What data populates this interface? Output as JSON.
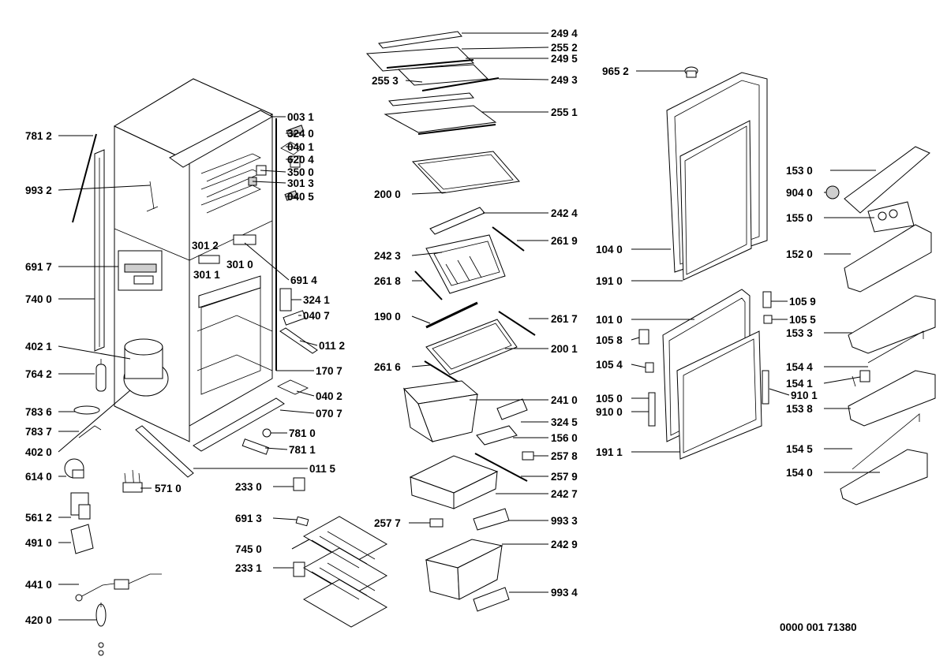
{
  "drawing_number": "0000 001 71380",
  "callouts": [
    {
      "id": "781-2",
      "text": "781 2"
    },
    {
      "id": "993-2",
      "text": "993 2"
    },
    {
      "id": "691-7",
      "text": "691 7"
    },
    {
      "id": "740-0",
      "text": "740 0"
    },
    {
      "id": "402-1",
      "text": "402 1"
    },
    {
      "id": "764-2",
      "text": "764 2"
    },
    {
      "id": "783-6",
      "text": "783 6"
    },
    {
      "id": "783-7",
      "text": "783 7"
    },
    {
      "id": "402-0",
      "text": "402 0"
    },
    {
      "id": "614-0",
      "text": "614 0"
    },
    {
      "id": "571-0",
      "text": "571 0"
    },
    {
      "id": "561-2",
      "text": "561 2"
    },
    {
      "id": "491-0",
      "text": "491 0"
    },
    {
      "id": "441-0",
      "text": "441 0"
    },
    {
      "id": "420-0",
      "text": "420 0"
    },
    {
      "id": "003-1",
      "text": "003 1"
    },
    {
      "id": "324-0",
      "text": "324 0"
    },
    {
      "id": "040-1",
      "text": "040 1"
    },
    {
      "id": "620-4",
      "text": "620 4"
    },
    {
      "id": "350-0",
      "text": "350 0"
    },
    {
      "id": "301-3",
      "text": "301 3"
    },
    {
      "id": "040-5",
      "text": "040 5"
    },
    {
      "id": "301-2",
      "text": "301 2"
    },
    {
      "id": "301-0",
      "text": "301 0"
    },
    {
      "id": "301-1",
      "text": "301 1"
    },
    {
      "id": "691-4",
      "text": "691 4"
    },
    {
      "id": "324-1",
      "text": "324 1"
    },
    {
      "id": "040-7",
      "text": "040 7"
    },
    {
      "id": "011-2",
      "text": "011 2"
    },
    {
      "id": "170-7",
      "text": "170 7"
    },
    {
      "id": "040-2",
      "text": "040 2"
    },
    {
      "id": "070-7",
      "text": "070 7"
    },
    {
      "id": "781-0",
      "text": "781 0"
    },
    {
      "id": "781-1",
      "text": "781 1"
    },
    {
      "id": "011-5",
      "text": "011 5"
    },
    {
      "id": "233-0",
      "text": "233 0"
    },
    {
      "id": "691-3",
      "text": "691 3"
    },
    {
      "id": "745-0",
      "text": "745 0"
    },
    {
      "id": "233-1",
      "text": "233 1"
    },
    {
      "id": "249-4",
      "text": "249 4"
    },
    {
      "id": "255-2",
      "text": "255 2"
    },
    {
      "id": "249-5",
      "text": "249 5"
    },
    {
      "id": "255-3",
      "text": "255 3"
    },
    {
      "id": "249-3",
      "text": "249 3"
    },
    {
      "id": "255-1",
      "text": "255 1"
    },
    {
      "id": "200-0",
      "text": "200 0"
    },
    {
      "id": "242-4",
      "text": "242 4"
    },
    {
      "id": "261-9",
      "text": "261 9"
    },
    {
      "id": "242-3",
      "text": "242 3"
    },
    {
      "id": "261-8",
      "text": "261 8"
    },
    {
      "id": "190-0",
      "text": "190 0"
    },
    {
      "id": "261-7",
      "text": "261 7"
    },
    {
      "id": "200-1",
      "text": "200 1"
    },
    {
      "id": "261-6",
      "text": "261 6"
    },
    {
      "id": "241-0",
      "text": "241 0"
    },
    {
      "id": "324-5",
      "text": "324 5"
    },
    {
      "id": "156-0",
      "text": "156 0"
    },
    {
      "id": "257-8",
      "text": "257 8"
    },
    {
      "id": "257-9",
      "text": "257 9"
    },
    {
      "id": "242-7",
      "text": "242 7"
    },
    {
      "id": "257-7",
      "text": "257 7"
    },
    {
      "id": "993-3",
      "text": "993 3"
    },
    {
      "id": "242-9",
      "text": "242 9"
    },
    {
      "id": "993-4",
      "text": "993 4"
    },
    {
      "id": "965-2",
      "text": "965 2"
    },
    {
      "id": "104-0",
      "text": "104 0"
    },
    {
      "id": "191-0",
      "text": "191 0"
    },
    {
      "id": "101-0",
      "text": "101 0"
    },
    {
      "id": "105-8",
      "text": "105 8"
    },
    {
      "id": "105-4",
      "text": "105 4"
    },
    {
      "id": "105-0",
      "text": "105 0"
    },
    {
      "id": "910-0",
      "text": "910 0"
    },
    {
      "id": "191-1",
      "text": "191 1"
    },
    {
      "id": "105-9",
      "text": "105 9"
    },
    {
      "id": "105-5",
      "text": "105 5"
    },
    {
      "id": "153-0",
      "text": "153 0"
    },
    {
      "id": "904-0",
      "text": "904 0"
    },
    {
      "id": "155-0",
      "text": "155 0"
    },
    {
      "id": "152-0",
      "text": "152 0"
    },
    {
      "id": "153-3",
      "text": "153 3"
    },
    {
      "id": "154-4",
      "text": "154 4"
    },
    {
      "id": "154-1",
      "text": "154 1"
    },
    {
      "id": "910-1",
      "text": "910 1"
    },
    {
      "id": "153-8",
      "text": "153 8"
    },
    {
      "id": "154-5",
      "text": "154 5"
    },
    {
      "id": "154-0",
      "text": "154 0"
    }
  ]
}
